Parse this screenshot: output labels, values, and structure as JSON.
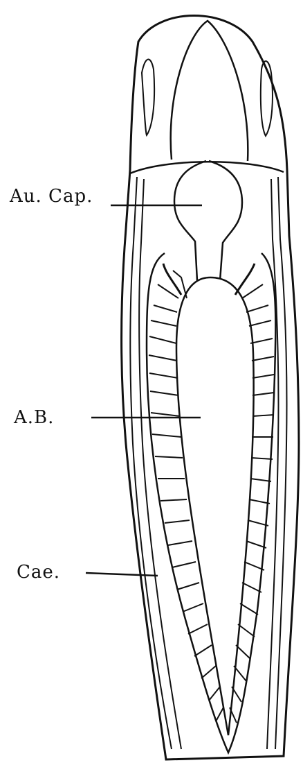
{
  "figure": {
    "labels": {
      "auricular_capillary": "Au. Cap.",
      "ab": "A.B.",
      "cae": "Cae."
    },
    "colors": {
      "ink": "#111111",
      "paper": "#ffffff"
    }
  }
}
